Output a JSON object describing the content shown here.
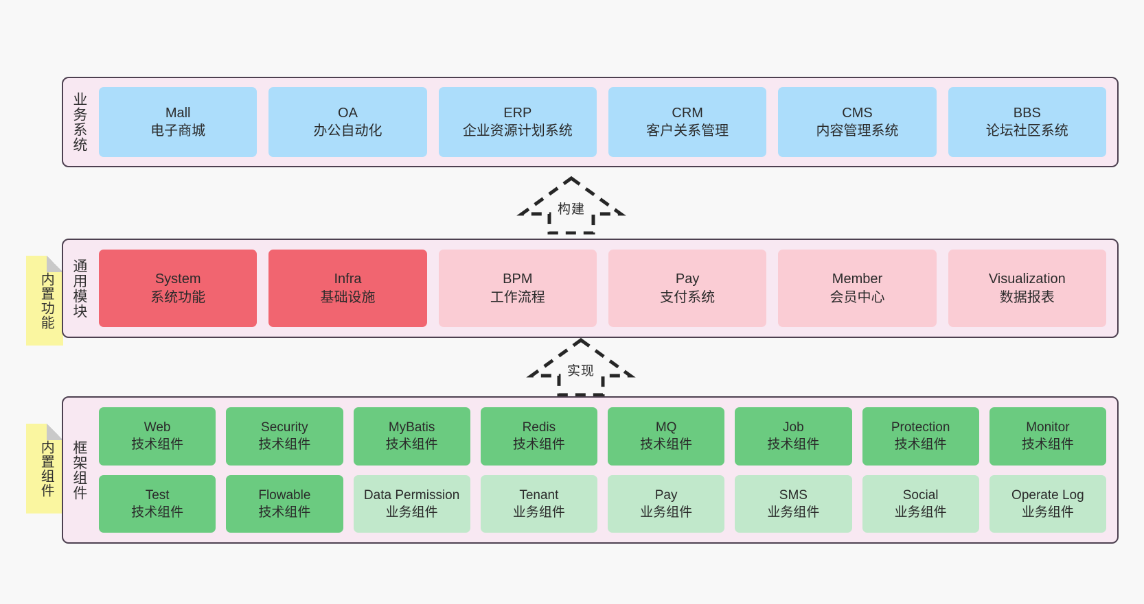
{
  "diagram": {
    "background_color": "#F8F8F8",
    "panel_color": "#F8E8F2",
    "panel_border_color": "#4D4050",
    "note_color": "#FAF6A0"
  },
  "layers": [
    {
      "id": "business-system",
      "title": "业务系统",
      "card_color": "#ACDDFB",
      "cards": [
        {
          "en": "Mall",
          "cn": "电子商城"
        },
        {
          "en": "OA",
          "cn": "办公自动化"
        },
        {
          "en": "ERP",
          "cn": "企业资源计划系统"
        },
        {
          "en": "CRM",
          "cn": "客户关系管理"
        },
        {
          "en": "CMS",
          "cn": "内容管理系统"
        },
        {
          "en": "BBS",
          "cn": "论坛社区系统"
        }
      ]
    },
    {
      "id": "common-module",
      "title": "通用模块",
      "note": "内置功能",
      "cards": [
        {
          "en": "System",
          "cn": "系统功能",
          "color": "#F16570"
        },
        {
          "en": "Infra",
          "cn": "基础设施",
          "color": "#F16570"
        },
        {
          "en": "BPM",
          "cn": "工作流程",
          "color": "#FACCD4"
        },
        {
          "en": "Pay",
          "cn": "支付系统",
          "color": "#FACCD4"
        },
        {
          "en": "Member",
          "cn": "会员中心",
          "color": "#FACCD4"
        },
        {
          "en": "Visualization",
          "cn": "数据报表",
          "color": "#FACCD4"
        }
      ]
    },
    {
      "id": "framework-component",
      "title": "框架组件",
      "note": "内置组件",
      "rows": [
        [
          {
            "en": "Web",
            "cn": "技术组件",
            "color": "#6BCB80"
          },
          {
            "en": "Security",
            "cn": "技术组件",
            "color": "#6BCB80"
          },
          {
            "en": "MyBatis",
            "cn": "技术组件",
            "color": "#6BCB80"
          },
          {
            "en": "Redis",
            "cn": "技术组件",
            "color": "#6BCB80"
          },
          {
            "en": "MQ",
            "cn": "技术组件",
            "color": "#6BCB80"
          },
          {
            "en": "Job",
            "cn": "技术组件",
            "color": "#6BCB80"
          },
          {
            "en": "Protection",
            "cn": "技术组件",
            "color": "#6BCB80"
          },
          {
            "en": "Monitor",
            "cn": "技术组件",
            "color": "#6BCB80"
          }
        ],
        [
          {
            "en": "Test",
            "cn": "技术组件",
            "color": "#6BCB80"
          },
          {
            "en": "Flowable",
            "cn": "技术组件",
            "color": "#6BCB80"
          },
          {
            "en": "Data Permission",
            "cn": "业务组件",
            "color": "#C1E8CB"
          },
          {
            "en": "Tenant",
            "cn": "业务组件",
            "color": "#C1E8CB"
          },
          {
            "en": "Pay",
            "cn": "业务组件",
            "color": "#C1E8CB"
          },
          {
            "en": "SMS",
            "cn": "业务组件",
            "color": "#C1E8CB"
          },
          {
            "en": "Social",
            "cn": "业务组件",
            "color": "#C1E8CB"
          },
          {
            "en": "Operate Log",
            "cn": "业务组件",
            "color": "#C1E8CB"
          }
        ]
      ]
    }
  ],
  "arrows": [
    {
      "id": "build",
      "label": "构建",
      "direction": "up",
      "style": "dashed-block"
    },
    {
      "id": "implement",
      "label": "实现",
      "direction": "up",
      "style": "dashed-block"
    }
  ]
}
